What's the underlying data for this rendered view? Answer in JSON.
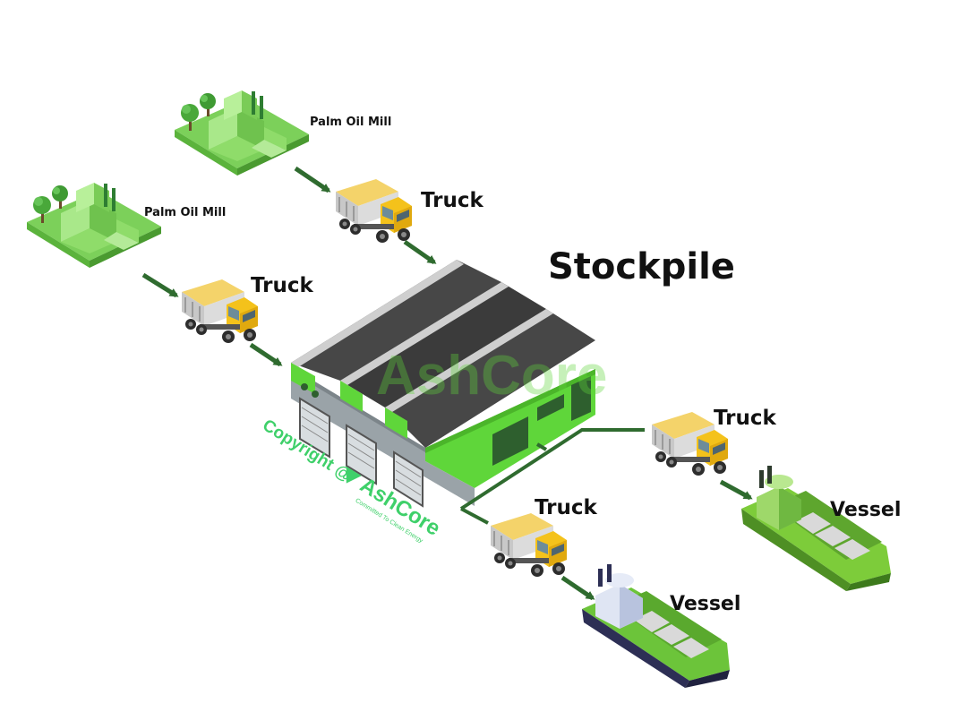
{
  "title": "Stockpile",
  "mills": [
    {
      "label": "Palm Oil Mill"
    },
    {
      "label": "Palm Oil Mill"
    }
  ],
  "trucks": [
    {
      "label": "Truck"
    },
    {
      "label": "Truck"
    },
    {
      "label": "Truck"
    },
    {
      "label": "Truck"
    }
  ],
  "vessels": [
    {
      "label": "Vessel"
    },
    {
      "label": "Vessel"
    }
  ],
  "watermark": {
    "brand": "AshCore",
    "copyright": "Copyright @",
    "tagline": "Committed To Clean Energy"
  },
  "colors": {
    "accent_green": "#5fd63a",
    "arrow": "#2f6b2f",
    "truck_yellow": "#f4c21b",
    "roof": "#4a4a4a"
  }
}
